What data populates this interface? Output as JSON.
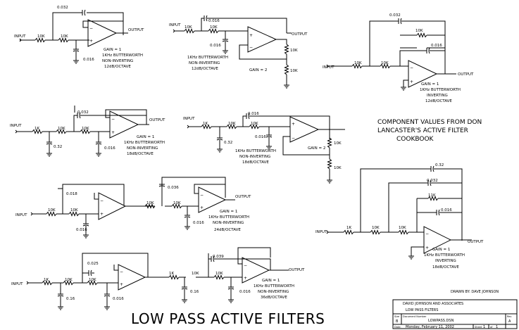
{
  "title": "LOW PASS ACTIVE FILTERS",
  "note_lines": [
    "COMPONENT VALUES FROM DON",
    "LANCASTER'S ACTIVE FILTER",
    "COOKBOOK"
  ],
  "drawn_by": "DRAWN BY:  DAVE JOHNSON",
  "title_block": {
    "company": "DAVID JOHNSON AND ASSOCIATES",
    "sheet_title": "LOW PASS FILTERS",
    "size_label": "Size",
    "size": "B",
    "doc_label": "Document Number",
    "doc": "LOWPASS.DSN",
    "rev_label": "Rev",
    "rev": "A",
    "date_label": "Date:",
    "date": "Monday, February 11, 2002",
    "sheet_label": "Sheet",
    "sheet": "1",
    "of_label": "of",
    "of": "1"
  },
  "labels": {
    "input": "INPUT",
    "output": "OUTPUT",
    "minus": "−",
    "plus": "+"
  },
  "c1": {
    "c1": "0.032",
    "c2": "0.016",
    "r1": "10K",
    "r2": "10K",
    "gain": "GAIN = 1",
    "l1": "1KHz BUTTERWORTH",
    "l2": "NON-INVERTING",
    "l3": "12dB/OCTAVE"
  },
  "c2": {
    "c1": "0.016",
    "c2": "0.016",
    "r1": "10K",
    "r2": "10K",
    "r3": "10K",
    "r4": "10K",
    "gain": "GAIN = 2",
    "l1": "1KHz BUTTERWORTH",
    "l2": "NON-INVERTING",
    "l3": "12dB/OCTAVE"
  },
  "c3": {
    "c1": "0.032",
    "c2": "0.016",
    "r1": "10K",
    "r2": "10K",
    "r3": "10K",
    "gain": "GAIN = 1",
    "l1": "1KHz BUTTERWORTH",
    "l2": "INVERTING",
    "l3": "12dB/OCTAVE"
  },
  "c4": {
    "r1": "1K",
    "r2": "10K",
    "r3": "10K",
    "c1": "0.32",
    "c2": "0.032",
    "c3": "0.016",
    "gain": "GAIN = 1",
    "l1": "1KHz BUTTERWORTH",
    "l2": "NON-INVERTING",
    "l3": "18dB/OCTAVE"
  },
  "c5": {
    "r1": "1K",
    "r2": "10K",
    "r3": "10K",
    "r4": "10K",
    "r5": "10K",
    "c1": "0.32",
    "c2": "0.016",
    "c3": "0.016",
    "gain": "GAIN = 2",
    "l1": "1KHz BUTTERWORTH",
    "l2": "NON-INVERTING",
    "l3": "18dB/OCTAVE"
  },
  "c6": {
    "r1": "10K",
    "r2": "10K",
    "r3": "10K",
    "r4": "10K",
    "c1": "0.018",
    "c2": "0.016",
    "c3": "0.036",
    "c4": "0.016",
    "gain": "GAIN = 1",
    "l1": "1KHz BUTTERWORTH",
    "l2": "NON-INVERTING",
    "l3": "24dB/OCTAVE"
  },
  "c7": {
    "r1": "1K",
    "r2": "10K",
    "r3": "10K",
    "r4": "1K",
    "r5": "10K",
    "r6": "10K",
    "c1": "0.16",
    "c2": "0.025",
    "c3": "0.016",
    "c4": "0.16",
    "c5": "0.039",
    "c6": "0.016",
    "gain": "GAIN = 1",
    "l1": "1KHz BUTTERWORTH",
    "l2": "NON-INVERTING",
    "l3": "36dB/OCTAVE"
  },
  "c8": {
    "r1": "1K",
    "r2": "10K",
    "r3": "10K",
    "r4": "11K",
    "r5": "10K",
    "c1": "0.32",
    "c2": "0.032",
    "c3": "0.016",
    "gain": "GAIN = 1",
    "l1": "1KHz BUTTERWORTH",
    "l2": "INVERTING",
    "l3": "18dB/OCTAVE"
  }
}
